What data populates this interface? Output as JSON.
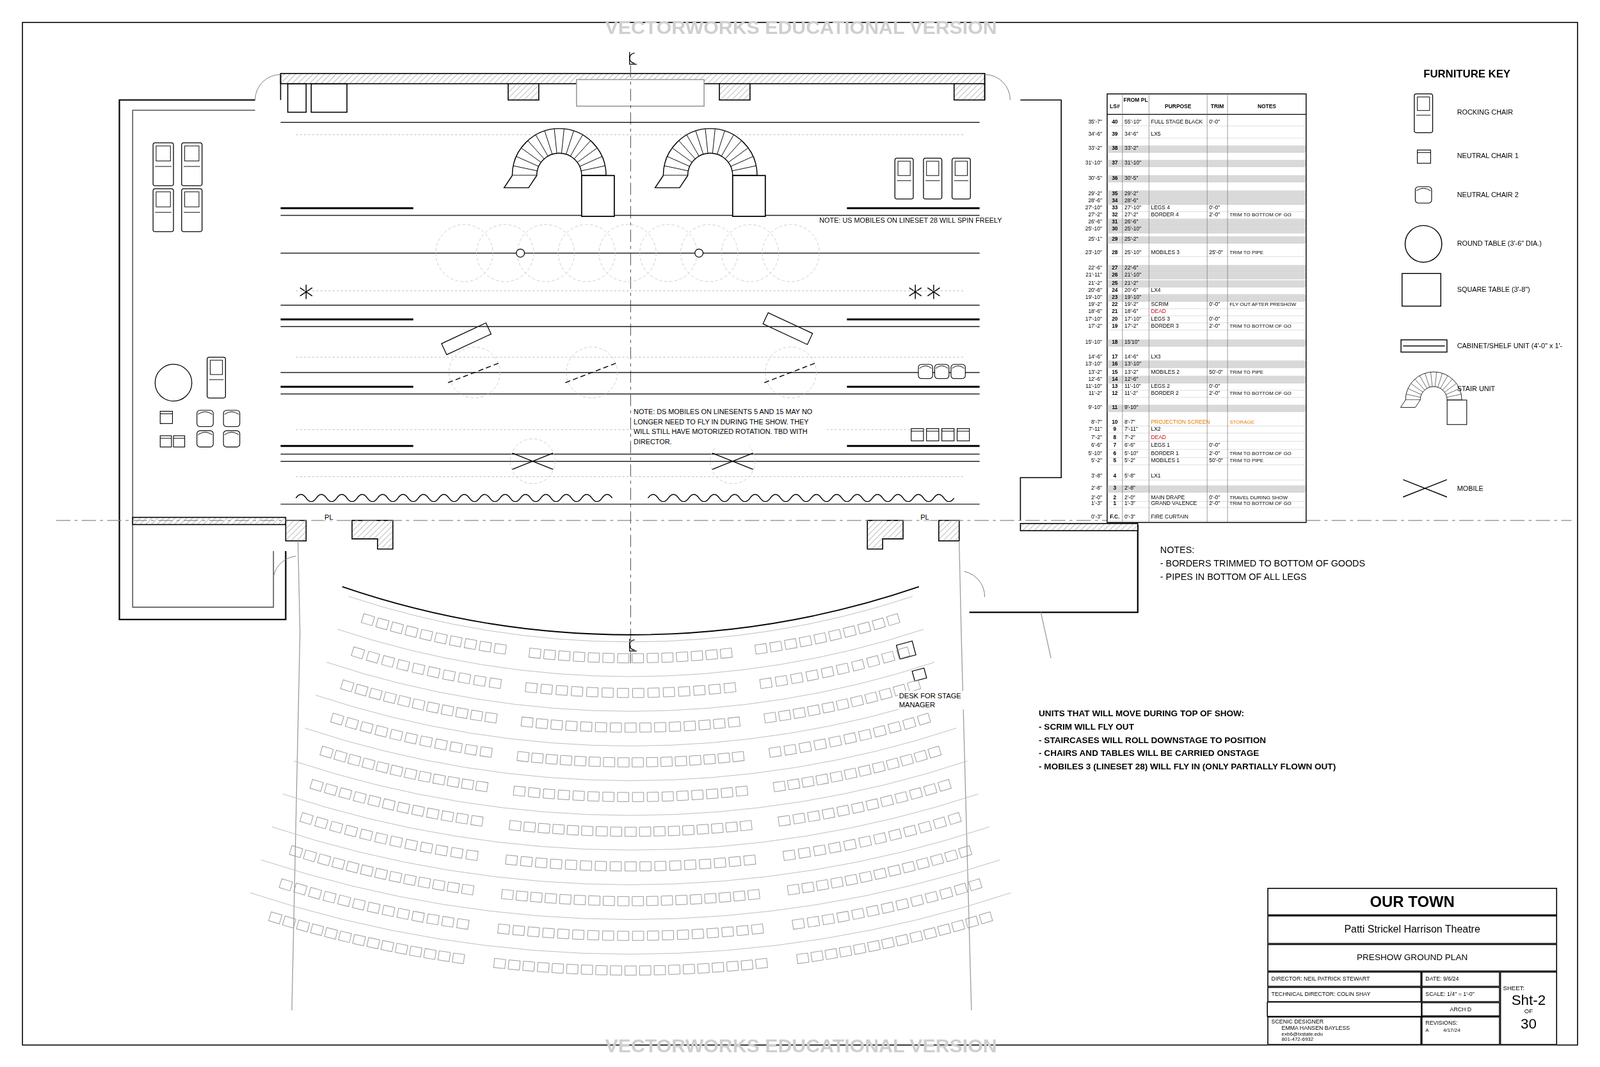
{
  "diagram": {
    "nodes": [
      {
        "text": [
          "OUR TOWN"
        ]
      },
      {
        "text": [
          "Patti Strickel Harrison Theatre"
        ]
      },
      {
        "text": [
          "PRESHOW GROUND PLAN"
        ]
      },
      {
        "text": [
          "DIRECTOR:  NEIL PATRICK STEWART"
        ]
      },
      {
        "text": [
          "DATE:  9/6/24"
        ]
      },
      {
        "text": [
          "TECHNICAL DIRECTOR:  COLIN SHAY"
        ]
      },
      {
        "text": [
          "SCALE:  1/4\" = 1'-0\""
        ]
      },
      {
        "text": [
          "ARCH D"
        ]
      },
      {
        "text": [
          "SCENIC DESIGNER",
          "EMMA HANSEN BAYLESS",
          "exb6@txstate.edu",
          "801-472-6932"
        ]
      },
      {
        "text": [
          "REVISIONS:",
          "A",
          "4/17/24"
        ]
      },
      {
        "text": [
          "SHEET:",
          "Sht-2",
          "OF",
          "30"
        ]
      }
    ],
    "labels": [
      "VECTORWORKS EDUCATIONAL VERSION",
      "VECTORWORKS EDUCATIONAL VERSION",
      "NOTE: US MOBILES ON LINESET 28 WILL SPIN FREELY",
      "NOTE: DS MOBILES ON LINESENTS 5 AND 15 MAY NO LONGER NEED TO FLY IN DURING THE SHOW. THEY WILL STILL HAVE MOTORIZED ROTATION. TBD WITH DIRECTOR.",
      "PL",
      "PL",
      "DESK FOR STAGE MANAGER",
      "UNITS THAT WILL MOVE DURING TOP OF SHOW:",
      "- SCRIM WILL FLY OUT",
      "- STAIRCASES WILL ROLL DOWNSTAGE TO POSITION",
      "- CHAIRS AND TABLES WILL BE CARRIED ONSTAGE",
      "- MOBILES 3 (LINESET 28) WILL FLY IN (ONLY PARTIALLY FLOWN OUT)",
      "NOTES:",
      "- BORDERS TRIMMED TO BOTTOM OF GOODS",
      "- PIPES IN BOTTOM OF ALL LEGS",
      "FURNITURE KEY",
      "LS#",
      "FROM PL",
      "PURPOSE",
      "TRIM",
      "NOTES",
      "35'-7\"",
      "40",
      "55'-10\"",
      "FULL STAGE BLACK",
      "0'-0\"",
      "34'-6\"",
      "39",
      "34'-6\"",
      "LX5",
      "33'-2\"",
      "38",
      "33'-2\"",
      "31'-10\"",
      "37",
      "31'-10\"",
      "30'-5\"",
      "36",
      "30'-5\"",
      "29'-2\"",
      "35",
      "29'-2\"",
      "28'-6\"",
      "34",
      "28'-6\"",
      "27'-10\"",
      "33",
      "27'-10\"",
      "LEGS 4",
      "0'-0\"",
      "27'-2\"",
      "32",
      "27'-2\"",
      "BORDER 4",
      "2'-0\"",
      "TRIM TO BOTTOM OF GO",
      "26'-6\"",
      "31",
      "26'-6\"",
      "25'-10\"",
      "30",
      "25'-10\"",
      "25'-1\"",
      "29",
      "25'-2\"",
      "23'-10\"",
      "28",
      "25'-10\"",
      "MOBILES 3",
      "25'-0\"",
      "TRIM TO PIPE",
      "22'-6\"",
      "27",
      "22'-6\"",
      "21'-11\"",
      "26",
      "21'-10\"",
      "21'-2\"",
      "25",
      "21'-2\"",
      "20'-6\"",
      "24",
      "20'-6\"",
      "LX4",
      "19'-10\"",
      "23",
      "19'-10\"",
      "19'-2\"",
      "22",
      "19'-2\"",
      "SCRIM",
      "0'-0\"",
      "FLY OUT AFTER PRESHOW",
      "18'-6\"",
      "21",
      "18'-6\"",
      "DEAD",
      "17'-10\"",
      "20",
      "17'-10\"",
      "LEGS 3",
      "0'-0\"",
      "17'-2\"",
      "19",
      "17'-2\"",
      "BORDER 3",
      "2'-0\"",
      "TRIM TO BOTTOM OF GO",
      "15'-10\"",
      "18",
      "15'10\"",
      "14'-6\"",
      "17",
      "14'-6\"",
      "LX3",
      "13'-10\"",
      "16",
      "13'-10\"",
      "13'-2\"",
      "15",
      "13'-2\"",
      "MOBILES 2",
      "50'-0\"",
      "TRIM TO PIPE",
      "12'-6\"",
      "14",
      "12'-6\"",
      "11'-10\"",
      "13",
      "11'-10\"",
      "LEGS 2",
      "0'-0\"",
      "11'-2\"",
      "12",
      "11'-2\"",
      "BORDER 2",
      "2'-0\"",
      "TRIM TO BOTTOM OF GO",
      "9'-10\"",
      "11",
      "9'-10\"",
      "8'-7\"",
      "10",
      "8'-7\"",
      "PROJECTION SCREEN",
      "STORAGE",
      "7'-11\"",
      "9",
      "7'-11\"",
      "LX2",
      "7'-2\"",
      "8",
      "7'-2\"",
      "DEAD",
      "6'-6\"",
      "7",
      "6'-6\"",
      "LEGS 1",
      "0'-0\"",
      "5'-10\"",
      "6",
      "5'-10\"",
      "BORDER 1",
      "2'-0\"",
      "TRIM TO BOTTOM OF GO",
      "5'-2\"",
      "5",
      "5'-2\"",
      "MOBILES 1",
      "50'-0\"",
      "TRIM TO PIPE",
      "3'-8\"",
      "4",
      "5'-8\"",
      "LX1",
      "2'-8\"",
      "3",
      "2'-8\"",
      "2'-0\"",
      "2",
      "2'-0\"",
      "MAIN DRAPE",
      "0'-0\"",
      "TRAVEL DURING SHOW",
      "1'-3\"",
      "1",
      "1'-3\"",
      "GRAND VALENCE",
      "2'-0\"",
      "TRIM TO BOTTOM OF GO",
      "0'-3\"",
      "F.C.",
      "0'-3\"",
      "FIRE CURTAIN"
    ],
    "legend": [
      {
        "text": "ROCKING CHAIR"
      },
      {
        "text": "NEUTRAL CHAIR 1"
      },
      {
        "text": "NEUTRAL CHAIR 2"
      },
      {
        "text": "ROUND TABLE (3'-6\" DIA.)"
      },
      {
        "text": "SQUARE TABLE (3'-8\")"
      },
      {
        "text": "CABINET/SHELF UNIT (4'-0\" x 1'-"
      },
      {
        "text": "STAIR UNIT"
      },
      {
        "text": "MOBILE"
      }
    ]
  }
}
